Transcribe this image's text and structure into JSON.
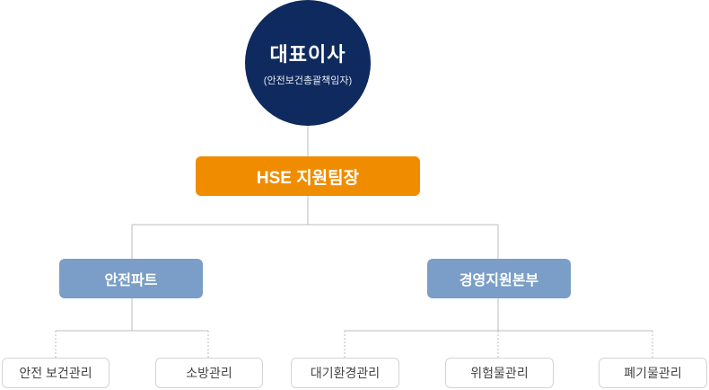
{
  "ceo": {
    "title": "대표이사",
    "subtitle": "(안전보건총괄책임자)"
  },
  "hse": {
    "label": "HSE 지원팀장"
  },
  "departments": [
    {
      "label": "안전파트",
      "tasks": [
        "안전 보건관리",
        "소방관리"
      ]
    },
    {
      "label": "경영지원본부",
      "tasks": [
        "대기환경관리",
        "위험물관리",
        "폐기물관리"
      ]
    }
  ],
  "colors": {
    "ceo": "#0f2a5e",
    "hse": "#f08c00",
    "department": "#7a9ec7",
    "connector": "#bdbdbd"
  }
}
